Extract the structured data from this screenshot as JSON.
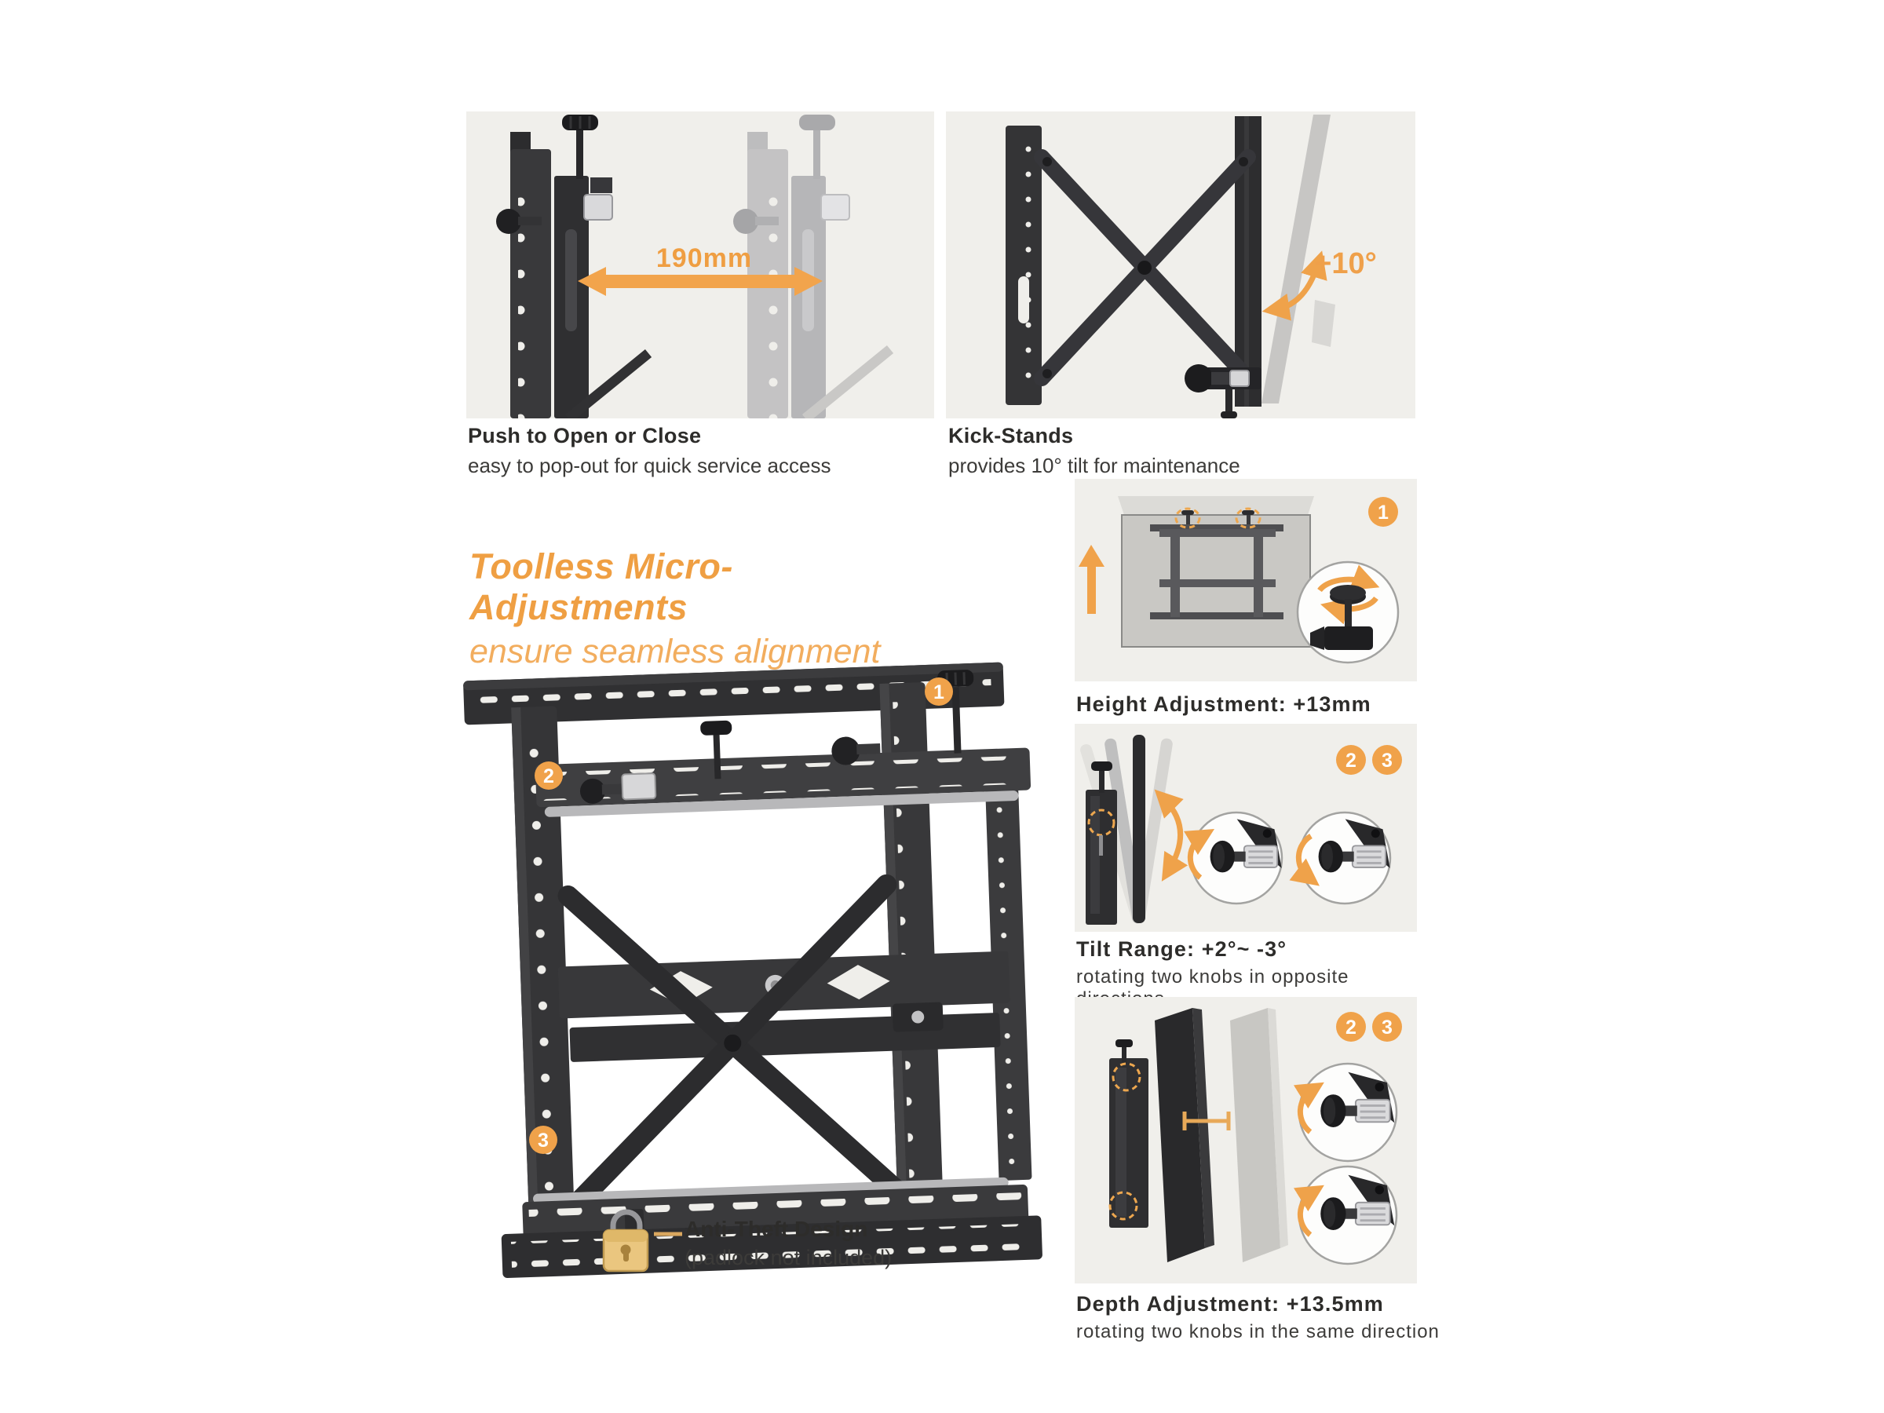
{
  "colors": {
    "accent": "#F0A24A",
    "accent_soft": "#F2AD5E",
    "panel_bg": "#F0EFEB",
    "text_dark": "#2D2C2A",
    "product_dark": "#333335",
    "product_ghost": "#C5C4C2",
    "padlock_gold": "#EAC67F"
  },
  "heading": {
    "title": "Toolless Micro-Adjustments",
    "subtitle": "ensure seamless alignment"
  },
  "panels": {
    "push_open": {
      "title": "Push to Open or Close",
      "subtitle": "easy to pop-out for quick service access",
      "measure_label": "190mm"
    },
    "kick_stands": {
      "title": "Kick-Stands",
      "subtitle": "provides 10° tilt for maintenance",
      "angle_label": "+10°"
    },
    "height": {
      "badge": "1",
      "title": "Height Adjustment: +13mm"
    },
    "tilt": {
      "badges": [
        "2",
        "3"
      ],
      "title": "Tilt Range: +2°~ -3°",
      "subtitle": "rotating two knobs in opposite directions"
    },
    "depth": {
      "badges": [
        "2",
        "3"
      ],
      "title": "Depth Adjustment: +13.5mm",
      "subtitle": "rotating two knobs in the same direction"
    }
  },
  "main_figure": {
    "markers": [
      "1",
      "2",
      "3"
    ],
    "anti_theft": {
      "title": "Anti-Theft Design",
      "subtitle": "(padlock not included)"
    }
  },
  "icons": {
    "measure_arrow": "double-headed-arrow",
    "up_arrow": "up-arrow",
    "rotate_arrow": "curved-arrow",
    "padlock": "padlock"
  }
}
